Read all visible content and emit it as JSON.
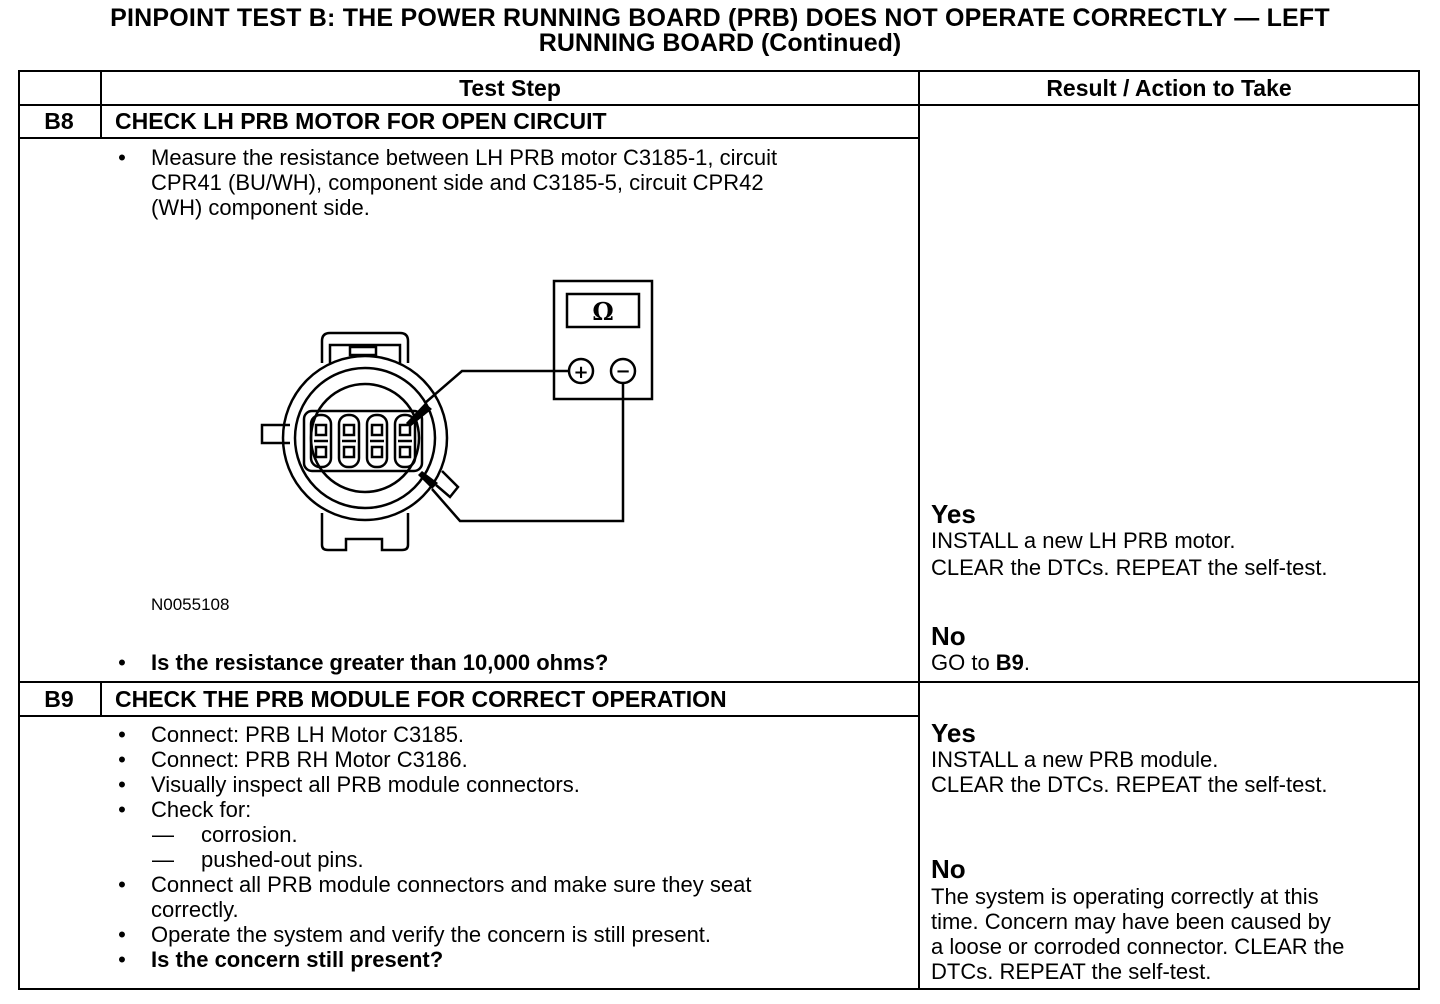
{
  "title": {
    "line1": "PINPOINT TEST B: THE POWER RUNNING BOARD (PRB) DOES NOT OPERATE CORRECTLY — LEFT",
    "line2": "RUNNING BOARD (Continued)"
  },
  "table": {
    "col_test_step": "Test Step",
    "col_result": "Result / Action to Take"
  },
  "b8": {
    "id": "B8",
    "title": "CHECK LH PRB MOTOR FOR OPEN CIRCUIT",
    "bullet1": [
      "Measure the resistance between LH PRB motor C3185-1, circuit",
      "CPR41 (BU/WH), component side and C3185-5, circuit CPR42",
      "(WH) component side."
    ],
    "meter_symbol": "Ω",
    "plus": "+",
    "minus": "−",
    "figure_code": "N0055108",
    "question": "Is the resistance greater than 10,000 ohms?",
    "yes": "Yes",
    "yes_lines": [
      "INSTALL a new LH PRB motor.",
      "CLEAR the DTCs. REPEAT the self-test."
    ],
    "no": "No",
    "no_text": "GO to ",
    "no_step": "B9",
    "no_end": "."
  },
  "b9": {
    "id": "B9",
    "title": "CHECK THE PRB MODULE FOR CORRECT OPERATION",
    "bullets": [
      "Connect: PRB LH Motor C3185.",
      "Connect: PRB RH Motor C3186.",
      "Visually inspect all PRB module connectors.",
      "Check for:"
    ],
    "dashes": [
      "corrosion.",
      "pushed-out pins."
    ],
    "bullet5": [
      "Connect all PRB module connectors and make sure they seat",
      "correctly."
    ],
    "bullet6": "Operate the system and verify the concern is still present.",
    "question": "Is the concern still present?",
    "yes": "Yes",
    "yes_lines": [
      "INSTALL a new PRB module.",
      "CLEAR the DTCs. REPEAT the self-test."
    ],
    "no": "No",
    "no_lines": [
      "The system is operating correctly at this",
      "time. Concern may have been caused by",
      "a loose or corroded connector. CLEAR the",
      "DTCs. REPEAT the self-test."
    ]
  }
}
